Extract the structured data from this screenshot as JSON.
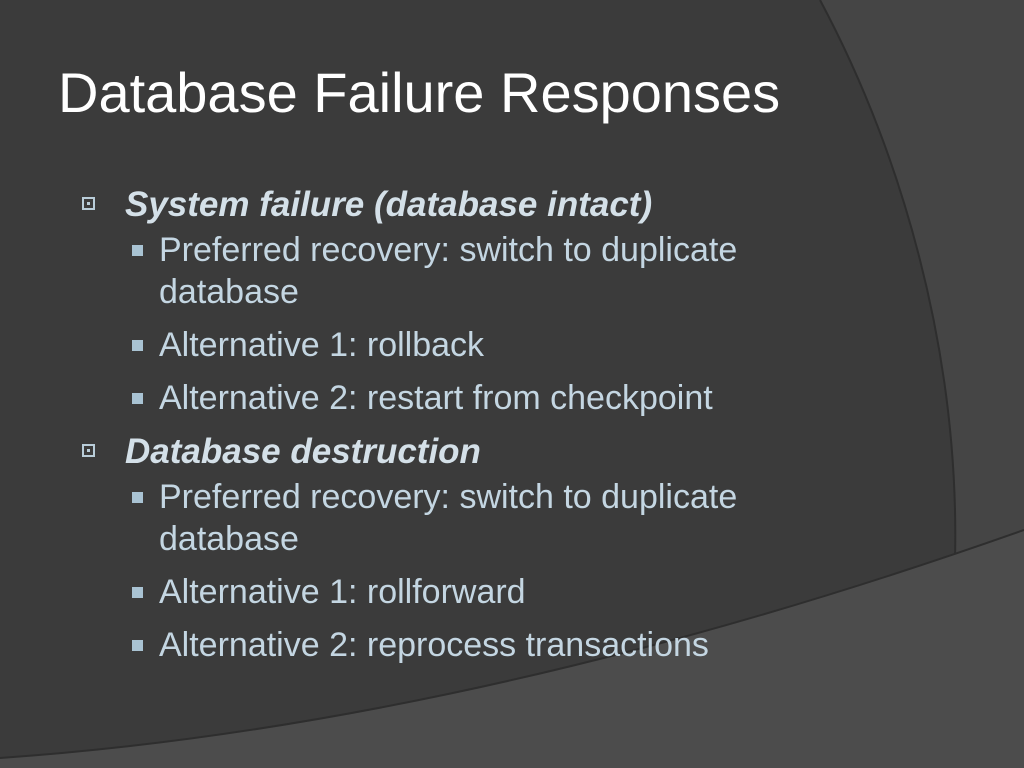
{
  "slide": {
    "title": "Database Failure Responses",
    "sections": [
      {
        "heading": "System failure (database intact)",
        "items": [
          "Preferred recovery: switch to duplicate database",
          "Alternative 1: rollback",
          "Alternative 2: restart from checkpoint"
        ]
      },
      {
        "heading": "Database destruction",
        "items": [
          "Preferred recovery: switch to duplicate database",
          "Alternative 1: rollforward",
          "Alternative 2: reprocess transactions"
        ]
      }
    ]
  },
  "colors": {
    "background": "#3b3b3b",
    "title": "#ffffff",
    "heading": "#d4e0e8",
    "body": "#c4d6e2"
  }
}
